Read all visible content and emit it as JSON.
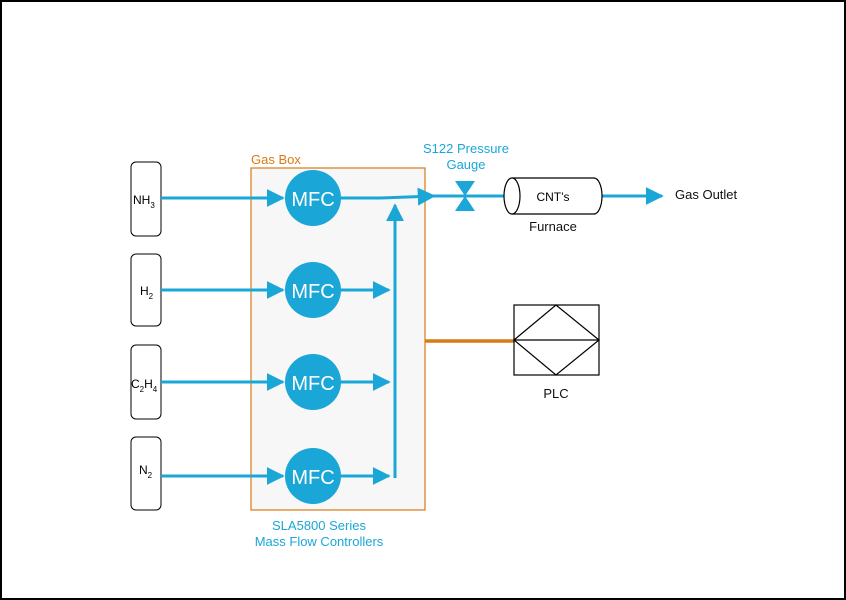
{
  "gas_box": {
    "label": "Gas Box"
  },
  "cylinders": [
    {
      "name": "NH",
      "sub": "3"
    },
    {
      "name": "H",
      "sub": "2"
    },
    {
      "name": "C",
      "sub": "2",
      "name2": "H",
      "sub2": "4"
    },
    {
      "name": "N",
      "sub": "2"
    }
  ],
  "mfc": {
    "label": "MFC"
  },
  "pressure_gauge": {
    "line1": "S122 Pressure",
    "line2": "Gauge"
  },
  "furnace": {
    "tube_label": "CNT’s",
    "label": "Furnace"
  },
  "outlet": {
    "label": "Gas Outlet"
  },
  "plc": {
    "label": "PLC"
  },
  "controllers": {
    "line1": "SLA5800 Series",
    "line2": "Mass Flow Controllers"
  },
  "colors": {
    "flow": "#1aa7d8",
    "accent_orange": "#d97a16",
    "box_fill": "#f7f7f7",
    "border": "#000000",
    "label_dark": "#111111"
  }
}
